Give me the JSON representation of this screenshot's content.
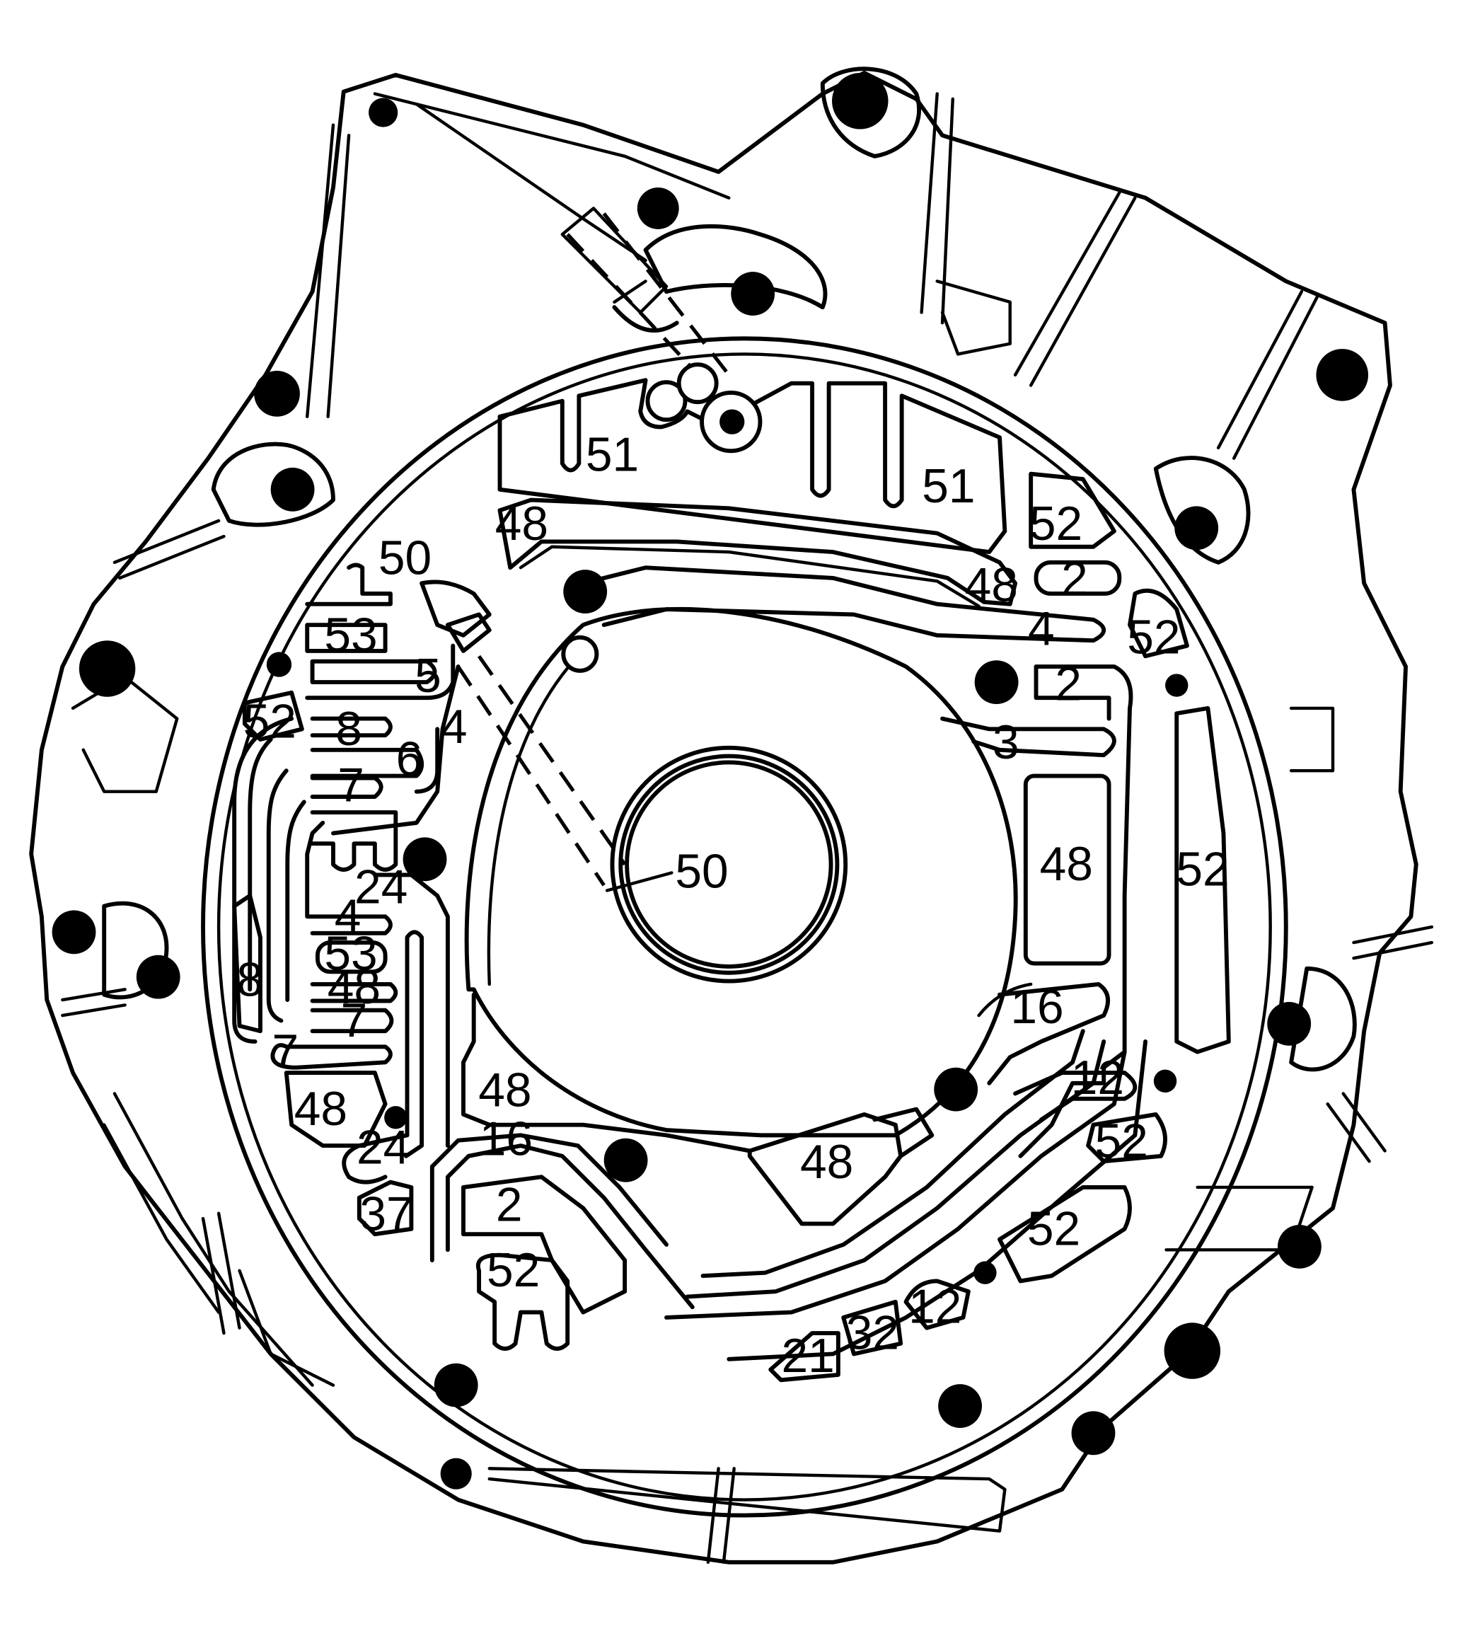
{
  "diagram": {
    "passage_labels": [
      {
        "id": "p51a",
        "text": "51"
      },
      {
        "id": "p51b",
        "text": "51"
      },
      {
        "id": "p52a",
        "text": "52"
      },
      {
        "id": "p48a",
        "text": "48"
      },
      {
        "id": "p50a",
        "text": "50"
      },
      {
        "id": "p48b",
        "text": "48"
      },
      {
        "id": "p2a",
        "text": "2"
      },
      {
        "id": "p4a",
        "text": "4"
      },
      {
        "id": "p52b",
        "text": "52"
      },
      {
        "id": "p53a",
        "text": "53"
      },
      {
        "id": "p5a",
        "text": "5"
      },
      {
        "id": "p2b",
        "text": "2"
      },
      {
        "id": "p52c",
        "text": "52"
      },
      {
        "id": "p8a",
        "text": "8"
      },
      {
        "id": "p4b",
        "text": "4"
      },
      {
        "id": "p6a",
        "text": "6"
      },
      {
        "id": "p3a",
        "text": "3"
      },
      {
        "id": "p7a",
        "text": "7"
      },
      {
        "id": "p48c",
        "text": "48"
      },
      {
        "id": "p52d",
        "text": "52"
      },
      {
        "id": "p50b",
        "text": "50"
      },
      {
        "id": "p24a",
        "text": "24"
      },
      {
        "id": "p4c",
        "text": "4"
      },
      {
        "id": "p53b",
        "text": "53"
      },
      {
        "id": "p8b",
        "text": "8"
      },
      {
        "id": "p48d",
        "text": "48"
      },
      {
        "id": "p16a",
        "text": "16"
      },
      {
        "id": "p7b",
        "text": "7"
      },
      {
        "id": "p7c",
        "text": "7"
      },
      {
        "id": "p12a",
        "text": "12"
      },
      {
        "id": "p48e",
        "text": "48"
      },
      {
        "id": "p48f",
        "text": "48"
      },
      {
        "id": "p52e",
        "text": "52"
      },
      {
        "id": "p24b",
        "text": "24"
      },
      {
        "id": "p16b",
        "text": "16"
      },
      {
        "id": "p48g",
        "text": "48"
      },
      {
        "id": "p2c",
        "text": "2"
      },
      {
        "id": "p52f",
        "text": "52"
      },
      {
        "id": "p37a",
        "text": "37"
      },
      {
        "id": "p52g",
        "text": "52"
      },
      {
        "id": "p12b",
        "text": "12"
      },
      {
        "id": "p32a",
        "text": "32"
      },
      {
        "id": "p21a",
        "text": "21"
      }
    ]
  }
}
